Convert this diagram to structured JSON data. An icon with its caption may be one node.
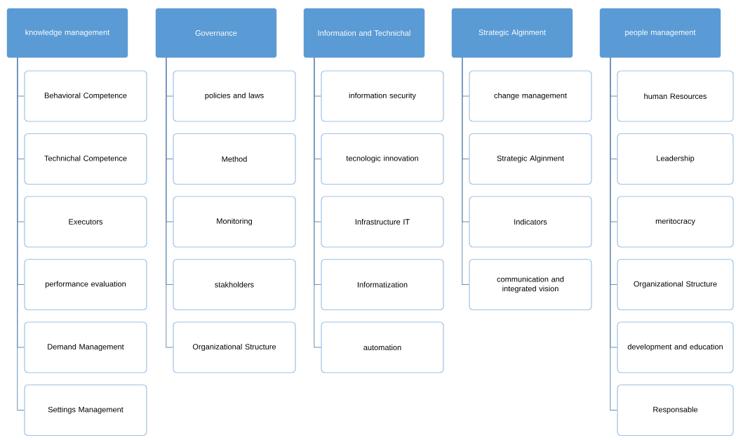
{
  "diagram": {
    "nodes": [
      {
        "text": [
          "knowledge management"
        ]
      },
      {
        "text": [
          "Behavioral Competence"
        ]
      },
      {
        "text": [
          "Technichal Competence"
        ]
      },
      {
        "text": [
          "Executors"
        ]
      },
      {
        "text": [
          "performance evaluation"
        ]
      },
      {
        "text": [
          "Demand Management"
        ]
      },
      {
        "text": [
          "Settings Management"
        ]
      },
      {
        "text": [
          "Governance"
        ]
      },
      {
        "text": [
          "policies and laws"
        ]
      },
      {
        "text": [
          "Method"
        ]
      },
      {
        "text": [
          "Monitoring"
        ]
      },
      {
        "text": [
          "stakholders"
        ]
      },
      {
        "text": [
          "Organizational Structure"
        ]
      },
      {
        "text": [
          "Information and Technichal"
        ]
      },
      {
        "text": [
          "information security"
        ]
      },
      {
        "text": [
          "tecnologic innovation"
        ]
      },
      {
        "text": [
          "Infrastructure IT"
        ]
      },
      {
        "text": [
          "Informatization"
        ]
      },
      {
        "text": [
          "automation"
        ]
      },
      {
        "text": [
          "Strategic Alginment"
        ]
      },
      {
        "text": [
          "change management"
        ]
      },
      {
        "text": [
          "Strategic Alginment"
        ]
      },
      {
        "text": [
          "Indicators"
        ]
      },
      {
        "text": [
          "communication and integrated vision"
        ]
      },
      {
        "text": [
          "people management"
        ]
      },
      {
        "text": [
          "human Resources"
        ]
      },
      {
        "text": [
          "Leadership"
        ]
      },
      {
        "text": [
          "meritocracy"
        ]
      },
      {
        "text": [
          "Organizational Structure"
        ]
      },
      {
        "text": [
          "development and education"
        ]
      },
      {
        "text": [
          "Responsable"
        ]
      }
    ],
    "edges": [
      {
        "from": 0,
        "to": 1,
        "arrow": "none"
      },
      {
        "from": 0,
        "to": 2,
        "arrow": "none"
      },
      {
        "from": 0,
        "to": 3,
        "arrow": "none"
      },
      {
        "from": 0,
        "to": 4,
        "arrow": "none"
      },
      {
        "from": 0,
        "to": 5,
        "arrow": "none"
      },
      {
        "from": 0,
        "to": 6,
        "arrow": "none"
      },
      {
        "from": 7,
        "to": 8,
        "arrow": "none"
      },
      {
        "from": 7,
        "to": 9,
        "arrow": "none"
      },
      {
        "from": 7,
        "to": 10,
        "arrow": "none"
      },
      {
        "from": 7,
        "to": 11,
        "arrow": "none"
      },
      {
        "from": 7,
        "to": 12,
        "arrow": "none"
      },
      {
        "from": 13,
        "to": 14,
        "arrow": "none"
      },
      {
        "from": 13,
        "to": 15,
        "arrow": "none"
      },
      {
        "from": 13,
        "to": 16,
        "arrow": "none"
      },
      {
        "from": 13,
        "to": 17,
        "arrow": "none"
      },
      {
        "from": 13,
        "to": 18,
        "arrow": "none"
      },
      {
        "from": 19,
        "to": 20,
        "arrow": "none"
      },
      {
        "from": 19,
        "to": 21,
        "arrow": "none"
      },
      {
        "from": 19,
        "to": 22,
        "arrow": "none"
      },
      {
        "from": 19,
        "to": 23,
        "arrow": "none"
      },
      {
        "from": 24,
        "to": 25,
        "arrow": "none"
      },
      {
        "from": 24,
        "to": 26,
        "arrow": "none"
      },
      {
        "from": 24,
        "to": 27,
        "arrow": "none"
      },
      {
        "from": 24,
        "to": 28,
        "arrow": "none"
      },
      {
        "from": 24,
        "to": 29,
        "arrow": "none"
      },
      {
        "from": 24,
        "to": 30,
        "arrow": "none"
      }
    ]
  }
}
